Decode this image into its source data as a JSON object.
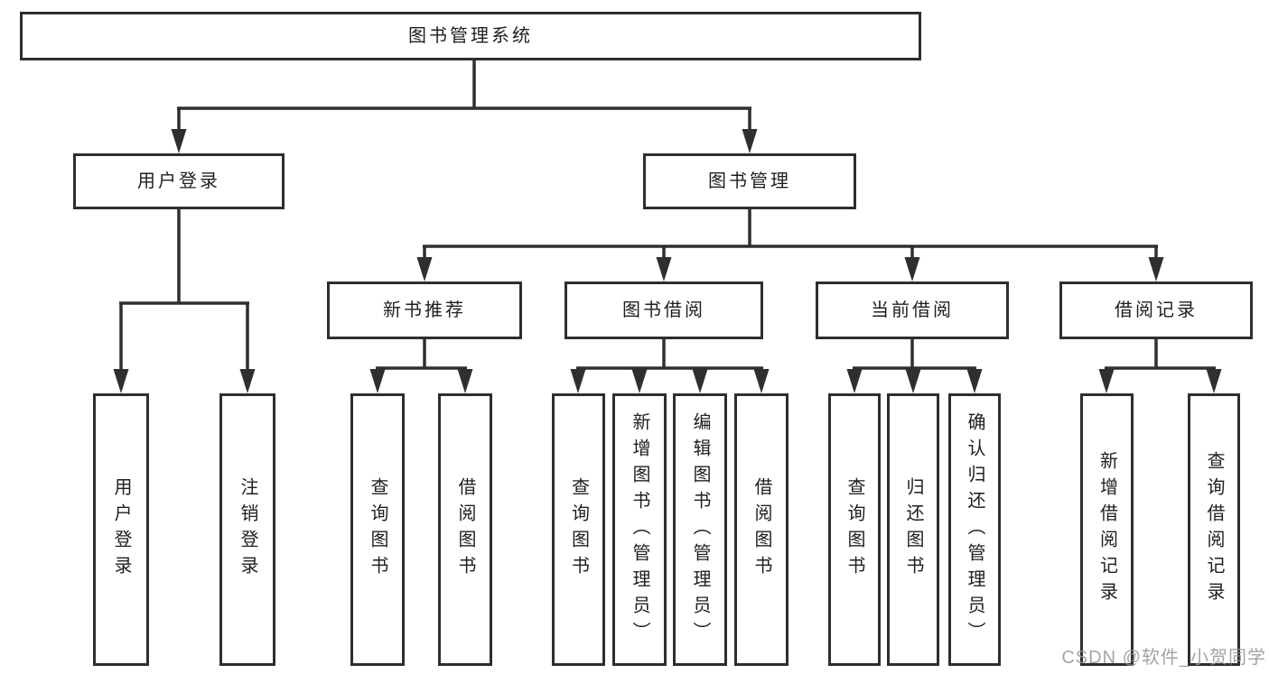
{
  "diagram": {
    "tree": {
      "root": "图书管理系统",
      "children": [
        {
          "label": "用户登录",
          "children": [
            "用户登录",
            "注销登录"
          ]
        },
        {
          "label": "图书管理",
          "children": [
            {
              "label": "新书推荐",
              "children": [
                "查询图书",
                "借阅图书"
              ]
            },
            {
              "label": "图书借阅",
              "children": [
                "查询图书",
                "新增图书（管理员）",
                "编辑图书（管理员）",
                "借阅图书"
              ]
            },
            {
              "label": "当前借阅",
              "children": [
                "查询图书",
                "归还图书",
                "确认归还（管理员）"
              ]
            },
            {
              "label": "借阅记录",
              "children": [
                "新增借阅记录",
                "查询借阅记录"
              ]
            }
          ]
        }
      ]
    },
    "colors": {
      "line": "#2f2f2f",
      "box_border": "#2e2e2e",
      "text": "#1f1f1f",
      "watermark": "#949494"
    }
  },
  "watermark": {
    "text": "CSDN @软件_小贺同学"
  }
}
